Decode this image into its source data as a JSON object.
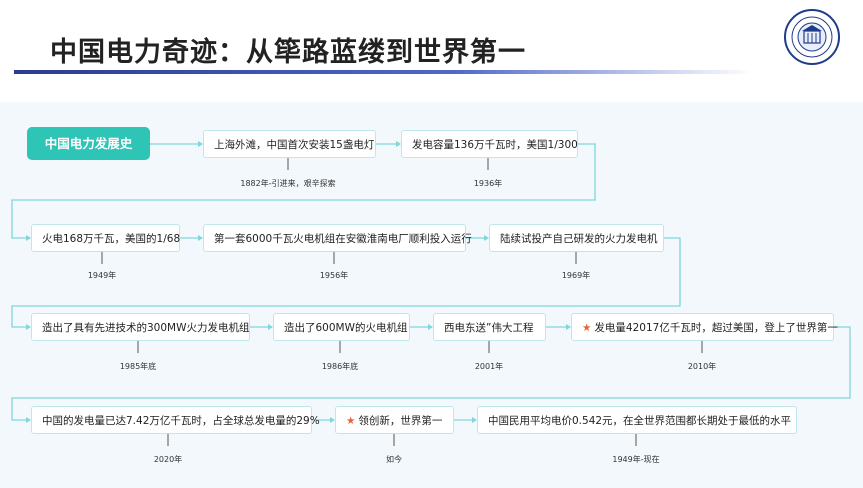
{
  "title": "中国电力奇迹：从筚路蓝缕到世界第一",
  "colors": {
    "accent": "#2ec4b6",
    "line": "#7fd6dc",
    "title_bar": "#2b3b8f",
    "star": "#e8603c"
  },
  "icons": {
    "logo": "university-seal-icon",
    "star": "star-icon"
  },
  "start_label": "中国电力发展史",
  "events": [
    {
      "text": "上海外滩，中国首次安装15盏电灯",
      "date": "1882年-引进来，艰辛探索"
    },
    {
      "text": "发电容量136万千瓦时，美国1/300",
      "date": "1936年"
    },
    {
      "text": "火电168万千瓦，美国的1/68",
      "date": "1949年"
    },
    {
      "text": "第一套6000千瓦火电机组在安徽淮南电厂顺利投入运行",
      "date": "1956年"
    },
    {
      "text": "陆续试投产自己研发的火力发电机",
      "date": "1969年"
    },
    {
      "text": "造出了具有先进技术的300MW火力发电机组",
      "date": "1985年底"
    },
    {
      "text": "造出了600MW的火电机组",
      "date": "1986年底"
    },
    {
      "text": "西电东送”伟大工程",
      "date": "2001年"
    },
    {
      "text": "发电量42017亿千瓦时，超过美国，登上了世界第一",
      "date": "2010年"
    },
    {
      "text": "中国的发电量已达7.42万亿千瓦时，占全球总发电量的29%",
      "date": "2020年"
    },
    {
      "text": "领创新，世界第一",
      "date": "如今"
    },
    {
      "text": "中国民用平均电价0.542元，在全世界范围都长期处于最低的水平",
      "date": "1949年-现在"
    }
  ]
}
